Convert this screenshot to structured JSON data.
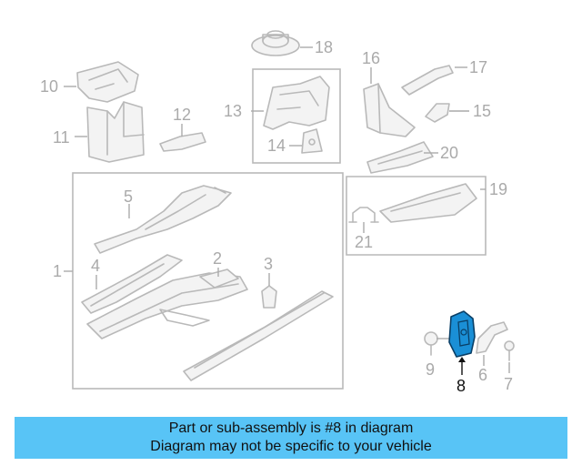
{
  "diagram": {
    "callouts": [
      "1",
      "2",
      "3",
      "4",
      "5",
      "6",
      "7",
      "8",
      "9",
      "10",
      "11",
      "12",
      "13",
      "14",
      "15",
      "16",
      "17",
      "18",
      "19",
      "20",
      "21"
    ],
    "highlight_part": "8",
    "highlight_color": "#1a8fd6"
  },
  "banner": {
    "line1": "Part or sub-assembly is #8 in diagram",
    "line2": "Diagram may not be specific to your vehicle",
    "background": "#58c4f6"
  }
}
